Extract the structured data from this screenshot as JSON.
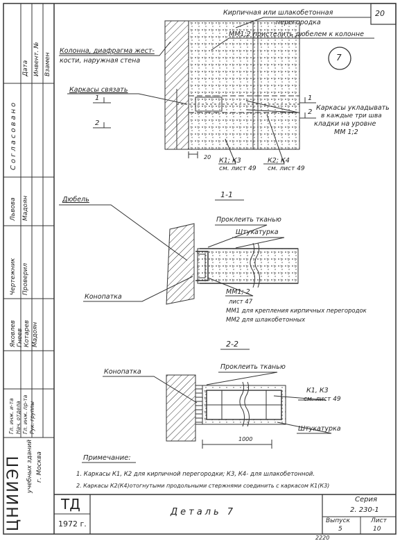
{
  "sheet_no": "20",
  "detail_circle": "7",
  "plan": {
    "partition_label": "Кирпичная или шлакобетонная",
    "partition_label_2": "перегородка",
    "mm_note": "ММ1;2 пристелить дюбелем к колонне",
    "column_label": "Колонна, диафрагма жест-",
    "column_label_2": "кости, наружная стена",
    "tie_label": "Каркасы связать",
    "cut1": "1",
    "cut2": "2",
    "lay_label": "Каркасы укладывать",
    "lay_label_2": "в каждые три шва",
    "lay_label_3": "кладки на уровне",
    "lay_label_4": "ММ 1;2",
    "dim": "20",
    "ref_a": "К1; К3",
    "ref_a_2": "см. лист 49",
    "ref_b": "К2; К4",
    "ref_b_2": "см. лист 49"
  },
  "section1": {
    "title": "1-1",
    "dowel": "Дюбель",
    "fabric": "Проклеить тканью",
    "plaster": "Штукатурка",
    "caulk": "Конопатка",
    "mm_ref": "ММ1; 2",
    "mm_sheet": "лист 47",
    "note1": "ММ1 для крепления кирпичных перегородок",
    "note2": "ММ2 для шлакобетонных"
  },
  "section2": {
    "title": "2-2",
    "caulk": "Конопатка",
    "fabric": "Проклеить тканью",
    "ref": "К1, К3",
    "ref_sheet": "см. лист 49",
    "plaster": "Штукатурка",
    "dim": "1000"
  },
  "notes": {
    "heading": "Примечание:",
    "n1": "1. Каркасы К1, К2 для кирпичной перегородки; К3, К4- для шлакобетонной.",
    "n2": "2. Каркасы К2(К4)отогнутыми продольными стержнями соединить с каркасом К1(К3)"
  },
  "title_block": {
    "mark": "ТД",
    "year": "1972 г.",
    "title": "Деталь 7",
    "series_label": "Серия",
    "series": "2. 230-1",
    "issue_label": "Выпуск",
    "issue": "5",
    "sheet_label": "Лист",
    "sheet": "10"
  },
  "stamp": {
    "org": "ЦНИИЭП",
    "org_sub": "учебных зданий",
    "city": "г. Москва"
  },
  "left_strip": {
    "data": "Дата",
    "inv": "Инвент. №",
    "vzamen": "Взамен",
    "soglas": "Согласовано",
    "lvova": "Львова",
    "madoyan": "Мадоян",
    "chert": "Чертежник",
    "prov": "Проверил",
    "yakovich": "Яковлев",
    "gnevo": "Гнеев",
    "kotarev": "Котарев",
    "madoyan2": "Мадоян",
    "gl_inzh": "Гл. инж. и-та",
    "nach": "Нач. отдела",
    "gl_inzh_pr": "Гл. инж. пр-та",
    "ruk": "Рук. группы"
  },
  "bottom_text": "2220"
}
